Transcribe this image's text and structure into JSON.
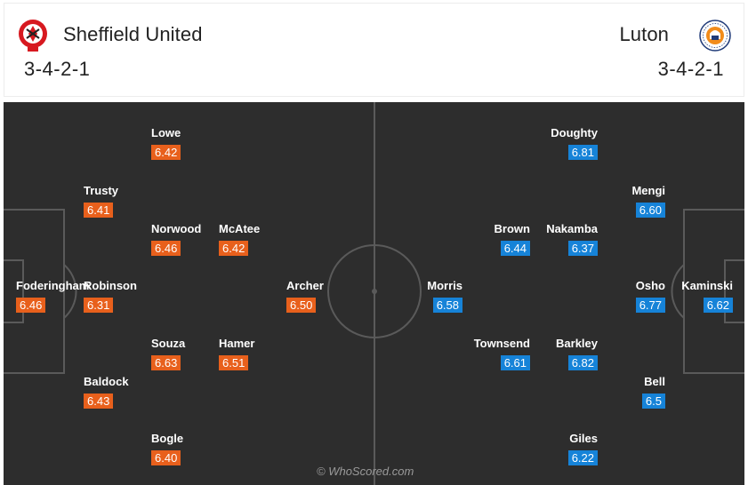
{
  "home": {
    "name": "Sheffield United",
    "formation": "3-4-2-1",
    "crest_icon": "sheffield-united-crest",
    "color": "#e8601c",
    "players": [
      {
        "name": "Lowe",
        "rating": "6.42"
      },
      {
        "name": "Trusty",
        "rating": "6.41"
      },
      {
        "name": "Norwood",
        "rating": "6.46"
      },
      {
        "name": "McAtee",
        "rating": "6.42"
      },
      {
        "name": "Foderingham",
        "rating": "6.46"
      },
      {
        "name": "Robinson",
        "rating": "6.31"
      },
      {
        "name": "Archer",
        "rating": "6.50"
      },
      {
        "name": "Souza",
        "rating": "6.63"
      },
      {
        "name": "Hamer",
        "rating": "6.51"
      },
      {
        "name": "Baldock",
        "rating": "6.43"
      },
      {
        "name": "Bogle",
        "rating": "6.40"
      }
    ]
  },
  "away": {
    "name": "Luton",
    "formation": "3-4-2-1",
    "crest_icon": "luton-town-crest",
    "color": "#1683d8",
    "players": [
      {
        "name": "Doughty",
        "rating": "6.81"
      },
      {
        "name": "Mengi",
        "rating": "6.60"
      },
      {
        "name": "Brown",
        "rating": "6.44"
      },
      {
        "name": "Nakamba",
        "rating": "6.37"
      },
      {
        "name": "Morris",
        "rating": "6.58"
      },
      {
        "name": "Osho",
        "rating": "6.77"
      },
      {
        "name": "Kaminski",
        "rating": "6.62"
      },
      {
        "name": "Townsend",
        "rating": "6.61"
      },
      {
        "name": "Barkley",
        "rating": "6.82"
      },
      {
        "name": "Bell",
        "rating": "6.5"
      },
      {
        "name": "Giles",
        "rating": "6.22"
      }
    ]
  },
  "watermark": "© WhoScored.com"
}
